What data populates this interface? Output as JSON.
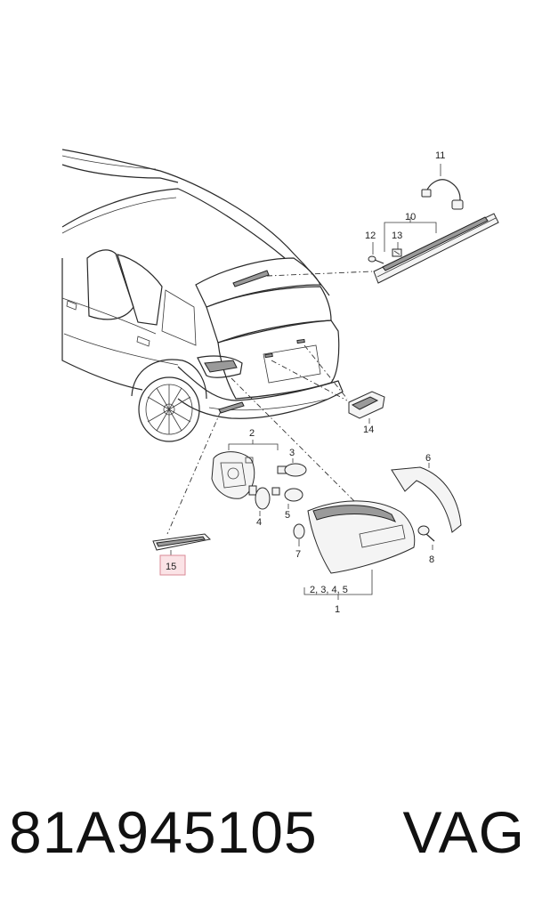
{
  "diagram": {
    "callouts": {
      "c1": "1",
      "c2": "2",
      "c3": "3",
      "c4": "4",
      "c5": "5",
      "c6": "6",
      "c7": "7",
      "c8": "8",
      "c10": "10",
      "c11": "11",
      "c12": "12",
      "c13": "13",
      "c14": "14",
      "c15": "15",
      "group": "2, 3, 4, 5"
    },
    "highlight_color": "#fbe3e6"
  },
  "footer": {
    "part_number": "81A945105",
    "brand": "VAG"
  }
}
